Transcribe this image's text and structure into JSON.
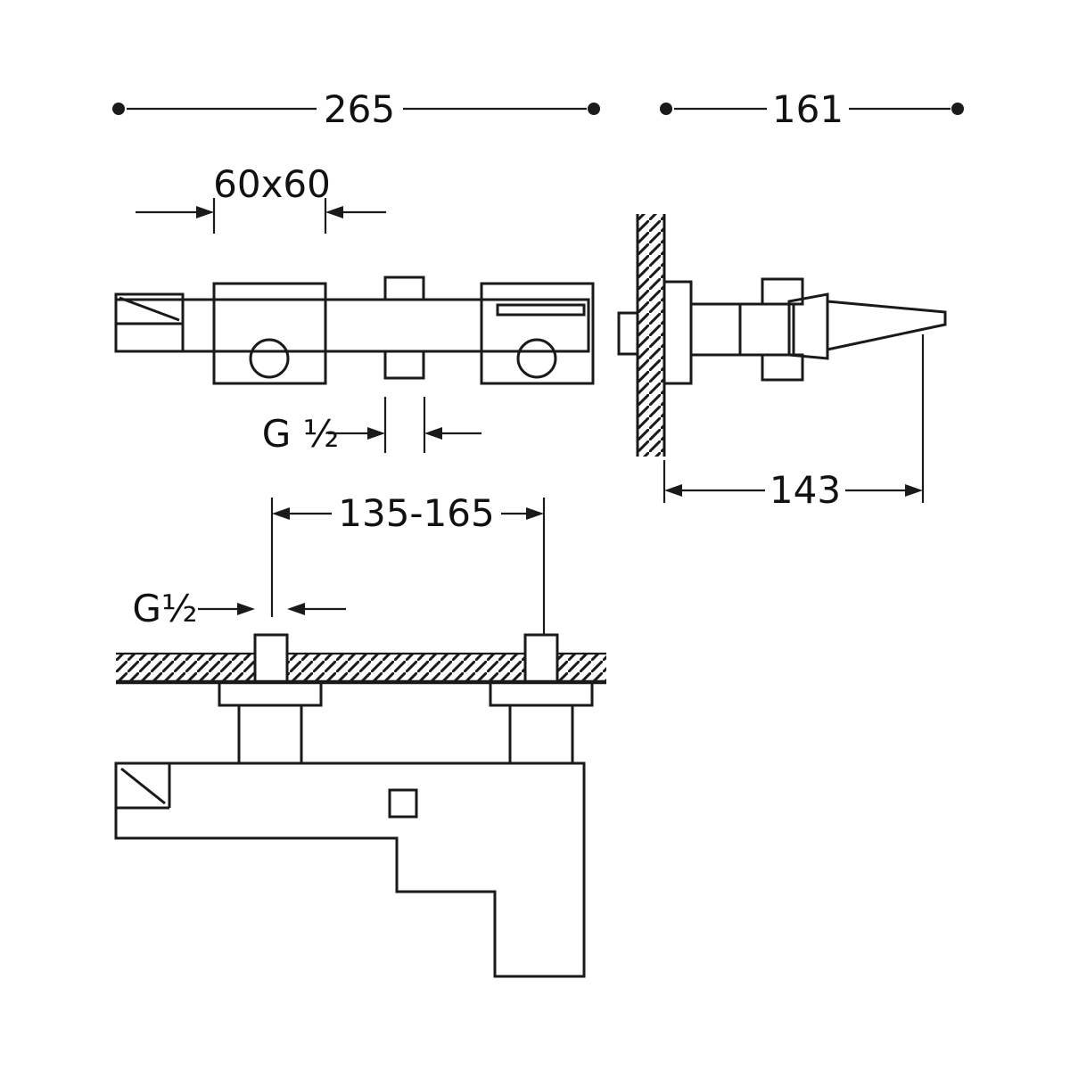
{
  "colors": {
    "background": "#ffffff",
    "line": "#1a1a1a",
    "text": "#111111"
  },
  "labels": {
    "overall_width": "265",
    "side_width": "161",
    "flange": "60x60",
    "thread_top": "G ½",
    "projection": "143",
    "hole_spacing": "135-165",
    "thread_bottom": "G½"
  }
}
